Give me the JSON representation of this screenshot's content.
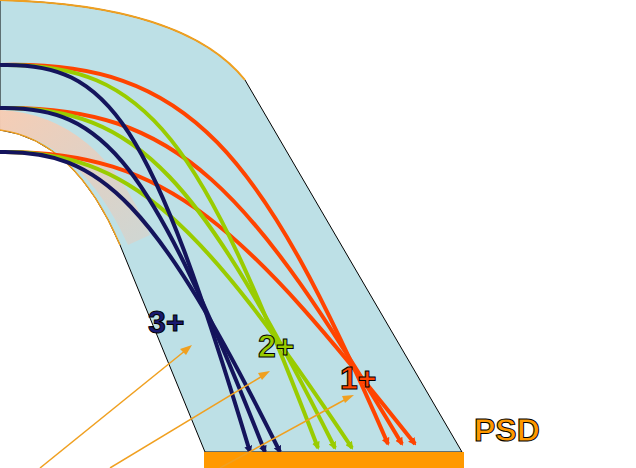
{
  "diagram": {
    "labels": [
      "3+",
      "2+",
      "1+",
      "PSD"
    ]
  }
}
